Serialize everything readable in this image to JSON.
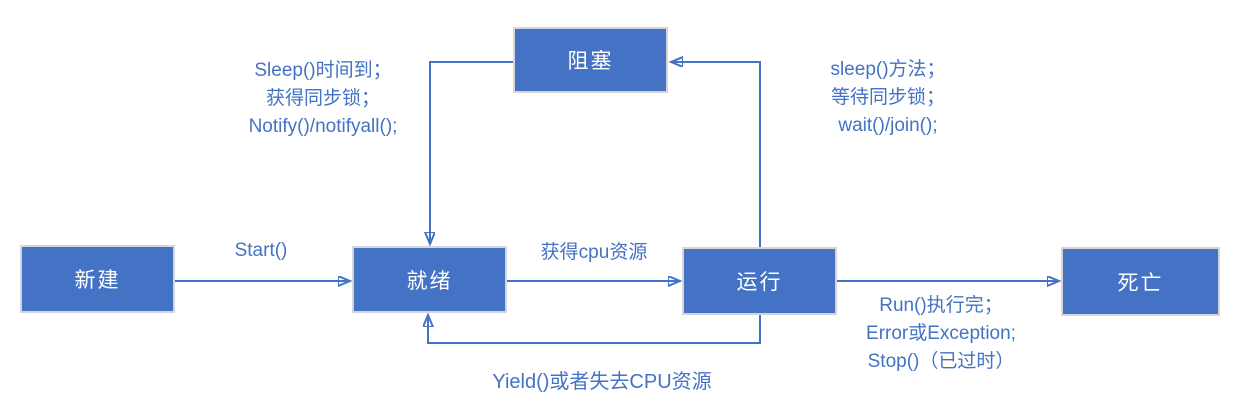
{
  "nodes": {
    "new": {
      "label": "新建"
    },
    "ready": {
      "label": "就绪"
    },
    "running": {
      "label": "运行"
    },
    "blocked": {
      "label": "阻塞"
    },
    "dead": {
      "label": "死亡"
    }
  },
  "edges": {
    "new_to_ready": {
      "label": "Start()"
    },
    "ready_to_running": {
      "label": "获得cpu资源"
    },
    "blocked_to_ready": {
      "lines": [
        "Sleep()时间到；",
        "获得同步锁；",
        "Notify()/notifyall();"
      ]
    },
    "running_to_blocked": {
      "lines": [
        "sleep()方法；",
        "等待同步锁；",
        "wait()/join();"
      ]
    },
    "running_to_dead": {
      "lines": [
        "Run()执行完；",
        "Error或Exception;",
        "Stop()（已过时）"
      ]
    },
    "running_to_ready": {
      "label": "Yield()或者失去CPU资源"
    }
  },
  "colors": {
    "node_fill": "#4472C4",
    "node_border": "#D7D5D5",
    "node_text": "#FFFFFF",
    "arrow": "#4472C4",
    "label_text": "#4472C4",
    "background": "#FFFFFF"
  }
}
